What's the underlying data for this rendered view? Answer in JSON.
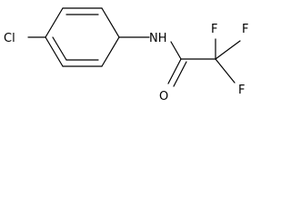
{
  "molecule": {
    "atoms": {
      "chlorine": "Cl",
      "nitrogen_hydrogen": "NH",
      "oxygen": "O",
      "fluorine_top_left": "F",
      "fluorine_top_right": "F",
      "fluorine_right": "F"
    },
    "colors": {
      "bond": "#000000",
      "label": "#000000",
      "background": "#ffffff"
    }
  }
}
